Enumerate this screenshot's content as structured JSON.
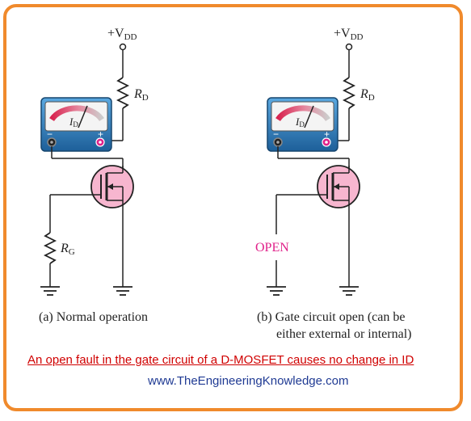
{
  "circuit_a": {
    "vdd_label": "+V",
    "vdd_sub": "DD",
    "rd_label": "R",
    "rd_sub": "D",
    "meter_label": "I",
    "meter_sub": "D",
    "meter_minus": "−",
    "meter_plus": "+",
    "rg_label": "R",
    "rg_sub": "G",
    "caption": "(a) Normal operation"
  },
  "circuit_b": {
    "vdd_label": "+V",
    "vdd_sub": "DD",
    "rd_label": "R",
    "rd_sub": "D",
    "meter_label": "I",
    "meter_sub": "D",
    "meter_minus": "−",
    "meter_plus": "+",
    "open_label": "OPEN",
    "caption_line1": "(b) Gate circuit open (can be",
    "caption_line2": "either external or internal)"
  },
  "fault_statement": "An open fault in the gate circuit of a D-MOSFET causes no change in ID",
  "website": "www.TheEngineeringKnowledge.com",
  "colors": {
    "border": "#f08a2c",
    "meter_body": "#2a7fc1",
    "mosfet_fill": "#f7b6cf",
    "open_label": "#e0218a",
    "fault_text": "#d00000",
    "website": "#1f3a93"
  }
}
